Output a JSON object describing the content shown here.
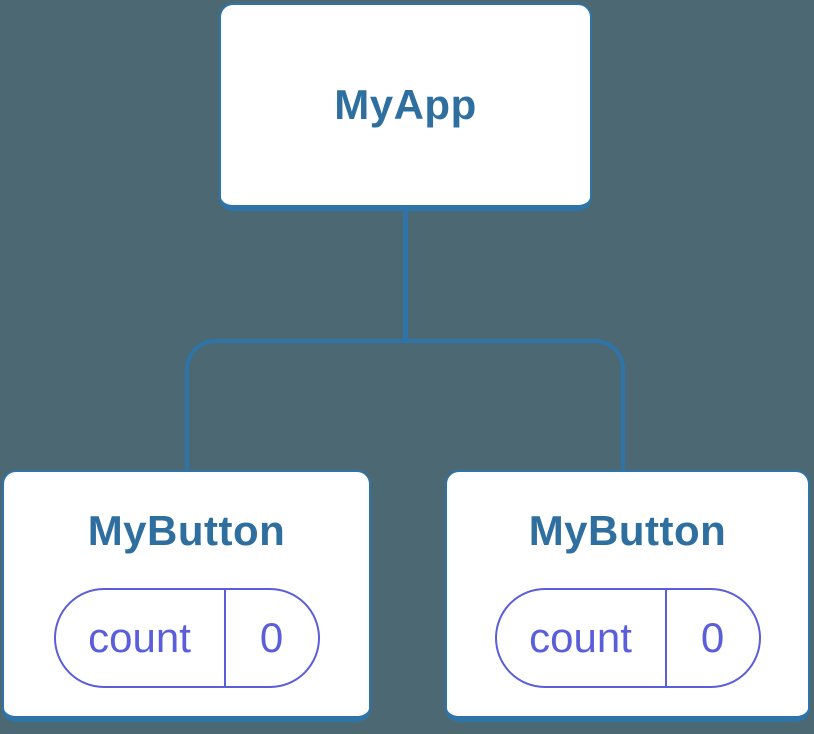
{
  "diagram": {
    "type": "component-tree",
    "background_color": "#4C6872",
    "colors": {
      "connector_and_border": "#2E74A8",
      "node_background": "#FFFFFF",
      "node_title_text": "#2F6F9F",
      "state_pill": "#5A5EDA"
    }
  },
  "tree": {
    "root": {
      "label": "MyApp"
    },
    "children": [
      {
        "label": "MyButton",
        "state": {
          "key": "count",
          "value": "0"
        }
      },
      {
        "label": "MyButton",
        "state": {
          "key": "count",
          "value": "0"
        }
      }
    ]
  }
}
